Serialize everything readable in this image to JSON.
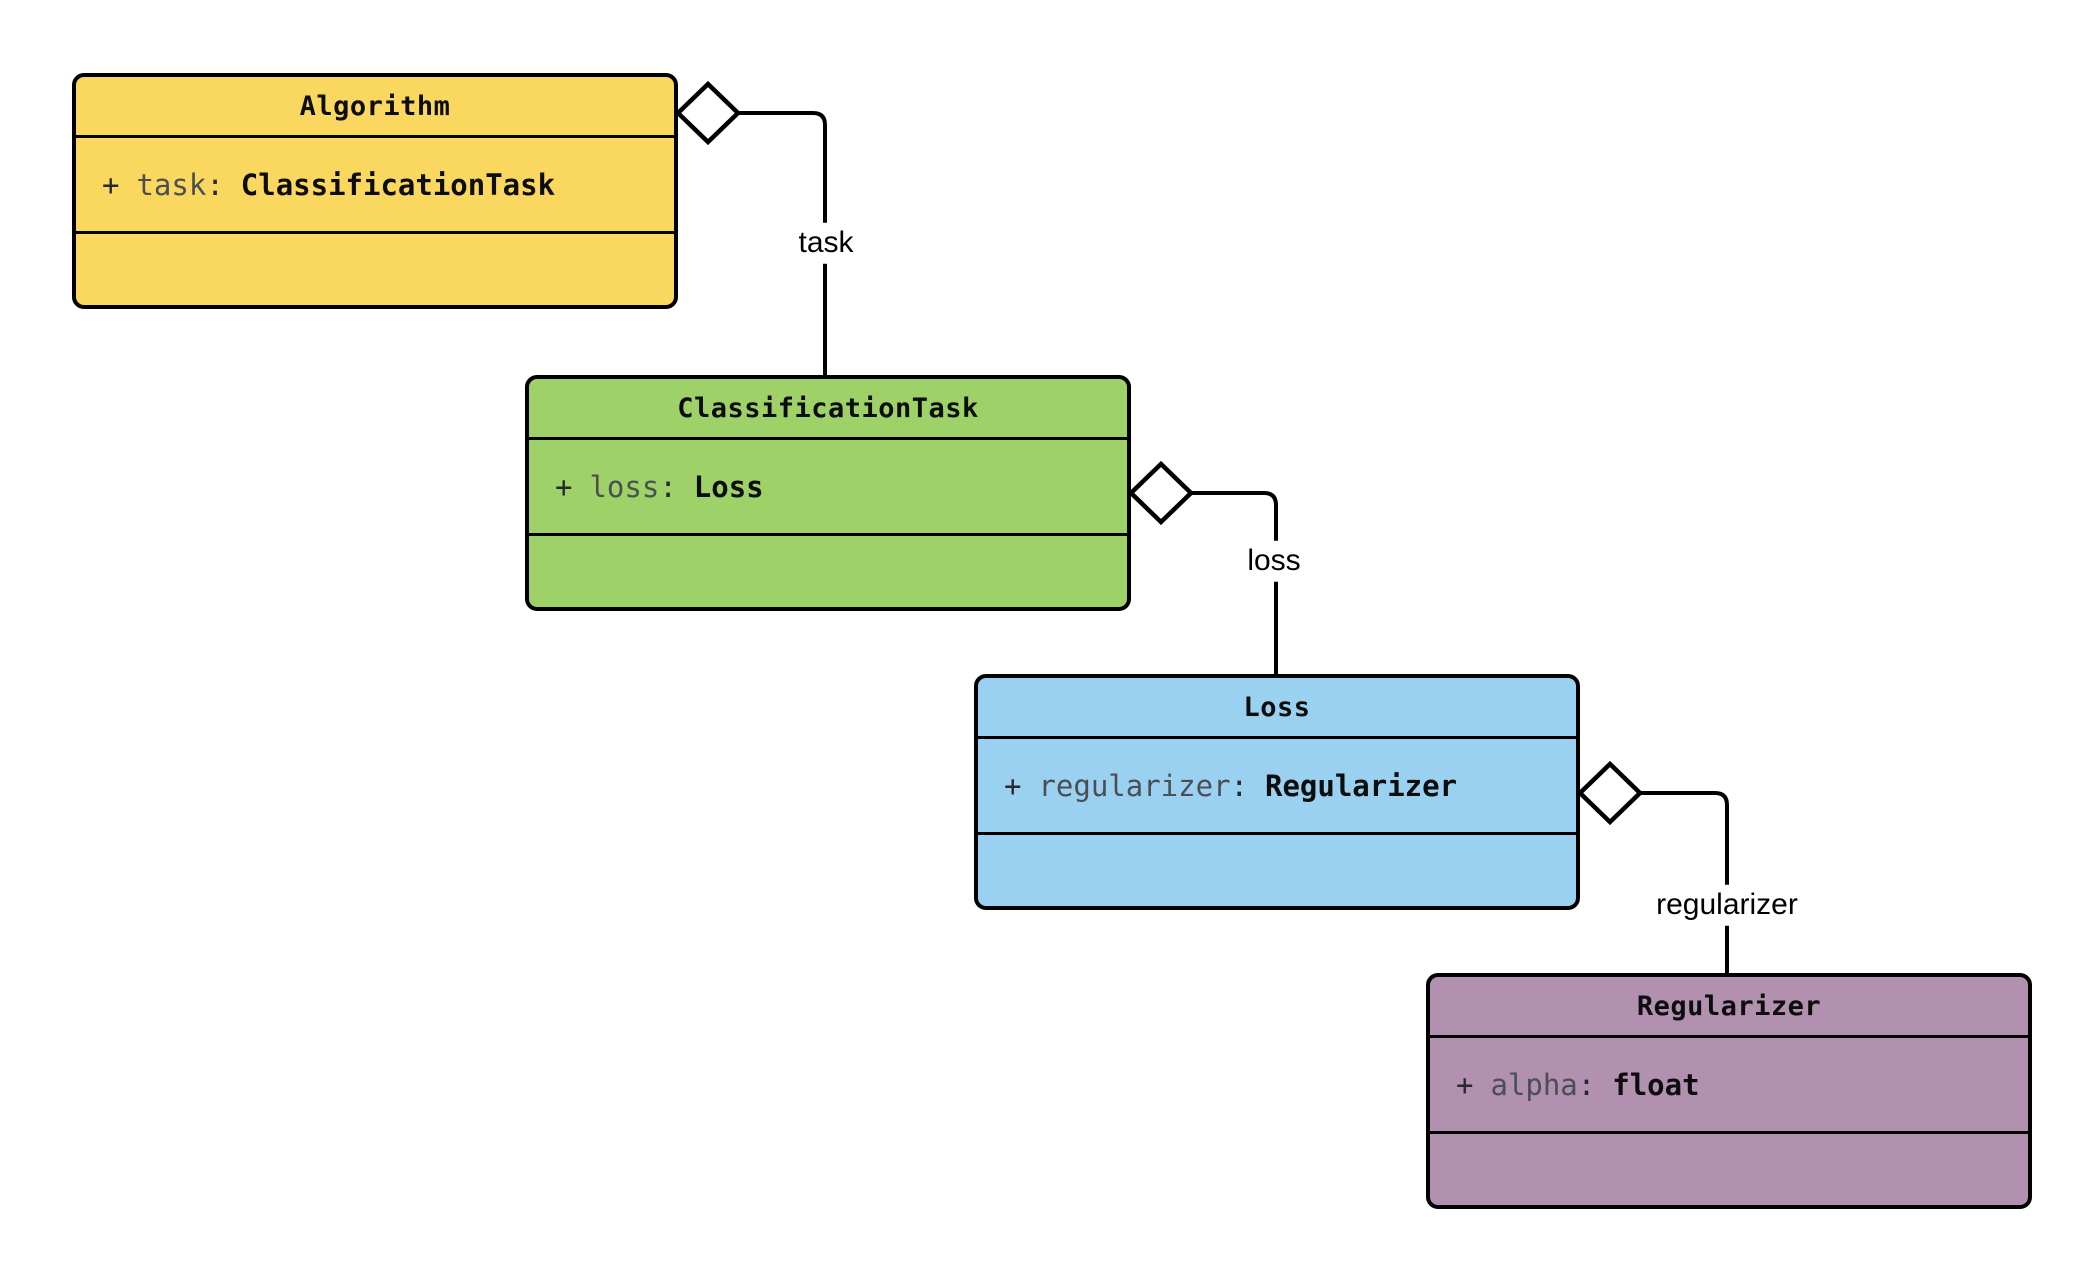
{
  "diagram": {
    "background_color": "#ffffff",
    "line_color": "#000000",
    "syntax": {
      "colon": ":"
    },
    "classes": [
      {
        "name": "Algorithm",
        "fill": "#FAD75F",
        "attribute": {
          "visibility": "+",
          "name": "task",
          "type": "ClassificationTask"
        }
      },
      {
        "name": "ClassificationTask",
        "fill": "#9ED167",
        "attribute": {
          "visibility": "+",
          "name": "loss",
          "type": "Loss"
        }
      },
      {
        "name": "Loss",
        "fill": "#9AD1F1",
        "attribute": {
          "visibility": "+",
          "name": "regularizer",
          "type": "Regularizer"
        }
      },
      {
        "name": "Regularizer",
        "fill": "#B190B0",
        "attribute": {
          "visibility": "+",
          "name": "alpha",
          "type": "float"
        }
      }
    ],
    "relationships": [
      {
        "from": "Algorithm",
        "to": "ClassificationTask",
        "label": "task",
        "type": "aggregation"
      },
      {
        "from": "ClassificationTask",
        "to": "Loss",
        "label": "loss",
        "type": "aggregation"
      },
      {
        "from": "Loss",
        "to": "Regularizer",
        "label": "regularizer",
        "type": "aggregation"
      }
    ]
  }
}
